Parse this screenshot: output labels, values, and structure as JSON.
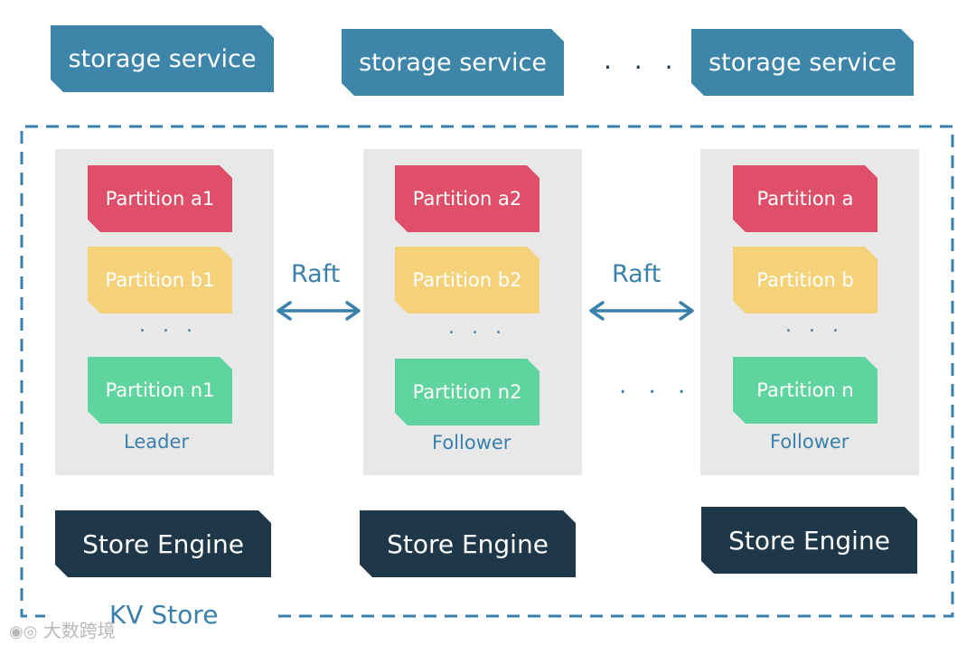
{
  "storage_services": [
    "storage service",
    "storage service",
    "storage service"
  ],
  "ellipsis": ". . .",
  "nodes": [
    {
      "partitions": [
        "Partition a1",
        "Partition b1",
        "Partition n1"
      ],
      "role": "Leader",
      "engine": "Store Engine"
    },
    {
      "partitions": [
        "Partition a2",
        "Partition b2",
        "Partition n2"
      ],
      "role": "Follower",
      "engine": "Store Engine"
    },
    {
      "partitions": [
        "Partition a",
        "Partition b",
        "Partition n"
      ],
      "role": "Follower",
      "engine": "Store Engine"
    }
  ],
  "raft_labels": [
    "Raft",
    "Raft"
  ],
  "kv_store_label": "KV Store",
  "watermark": "大数跨境",
  "colors": {
    "storage_service": "#3e86a9",
    "partition_a": "#df4f69",
    "partition_b": "#f5d27a",
    "partition_n": "#5fd49e",
    "store_engine": "#1e3849",
    "panel": "#e8e8e8",
    "dashed_border": "#3a80ab"
  }
}
